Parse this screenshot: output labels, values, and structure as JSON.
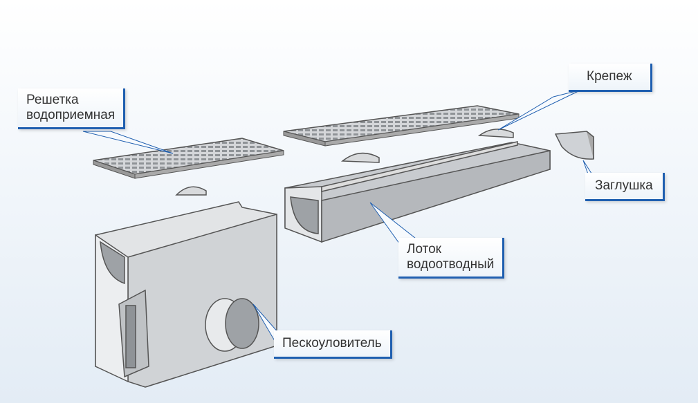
{
  "labels": {
    "grate": [
      "Решетка",
      "водоприемная"
    ],
    "fastener": "Крепеж",
    "end_cap": "Заглушка",
    "channel": [
      "Лоток",
      "водоотводный"
    ],
    "sand_trap": "Пескоуловитель"
  },
  "colors": {
    "accent": "#1f5fb0",
    "part": "#cfd2d6",
    "edge": "#555555"
  }
}
